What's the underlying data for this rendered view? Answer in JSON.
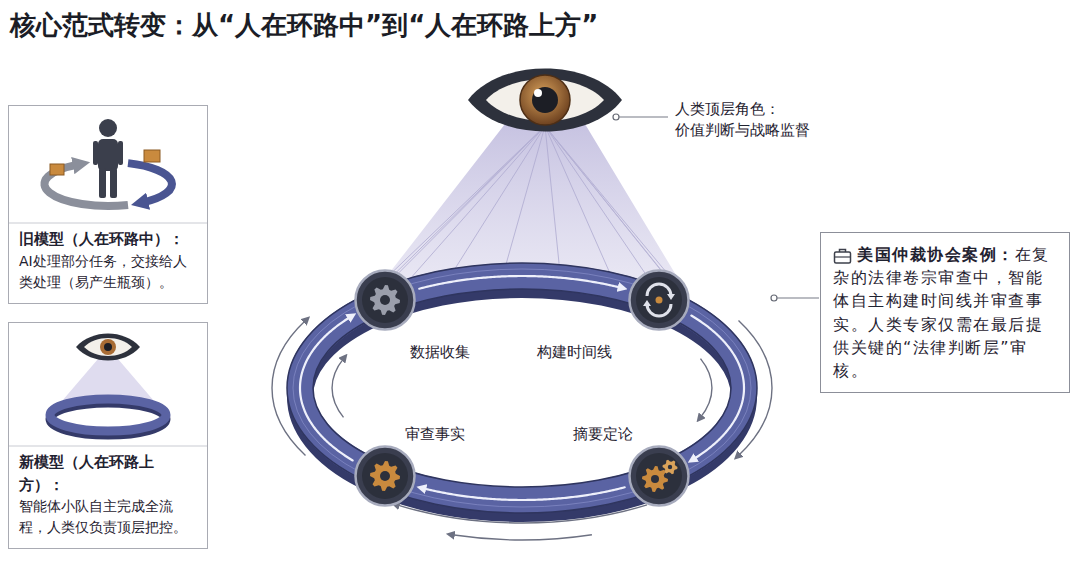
{
  "diagram": {
    "title": "核心范式转变：从“人在环路中”到“人在环路上方”",
    "nodes": [
      {
        "text": [
          "旧模型（人在环路中）：",
          "AI处理部分任务，交接给人类处理（易产生瓶颈）。"
        ]
      },
      {
        "text": [
          "新模型（人在环路上方）：",
          "智能体小队自主完成全流程，人类仅负责顶层把控。"
        ]
      },
      {
        "text": [
          "数据收集"
        ]
      },
      {
        "text": [
          "构建时间线"
        ]
      },
      {
        "text": [
          "审查事实"
        ]
      },
      {
        "text": [
          "摘要定论"
        ]
      },
      {
        "text": [
          "美国仲裁协会案例：",
          "在复杂的法律卷宗审查中，智能体自主构建时间线并审查事实。人类专家仅需在最后提供关键的“法律判断层”审核。"
        ]
      }
    ],
    "edges": [
      {
        "from": 2,
        "to": 3,
        "arrow": "to"
      },
      {
        "from": 3,
        "to": 5,
        "arrow": "to"
      },
      {
        "from": 5,
        "to": 4,
        "arrow": "to"
      },
      {
        "from": 4,
        "to": 2,
        "arrow": "to"
      }
    ],
    "labels": [
      "人类顶层角色：",
      "价值判断与战略监督"
    ]
  }
}
